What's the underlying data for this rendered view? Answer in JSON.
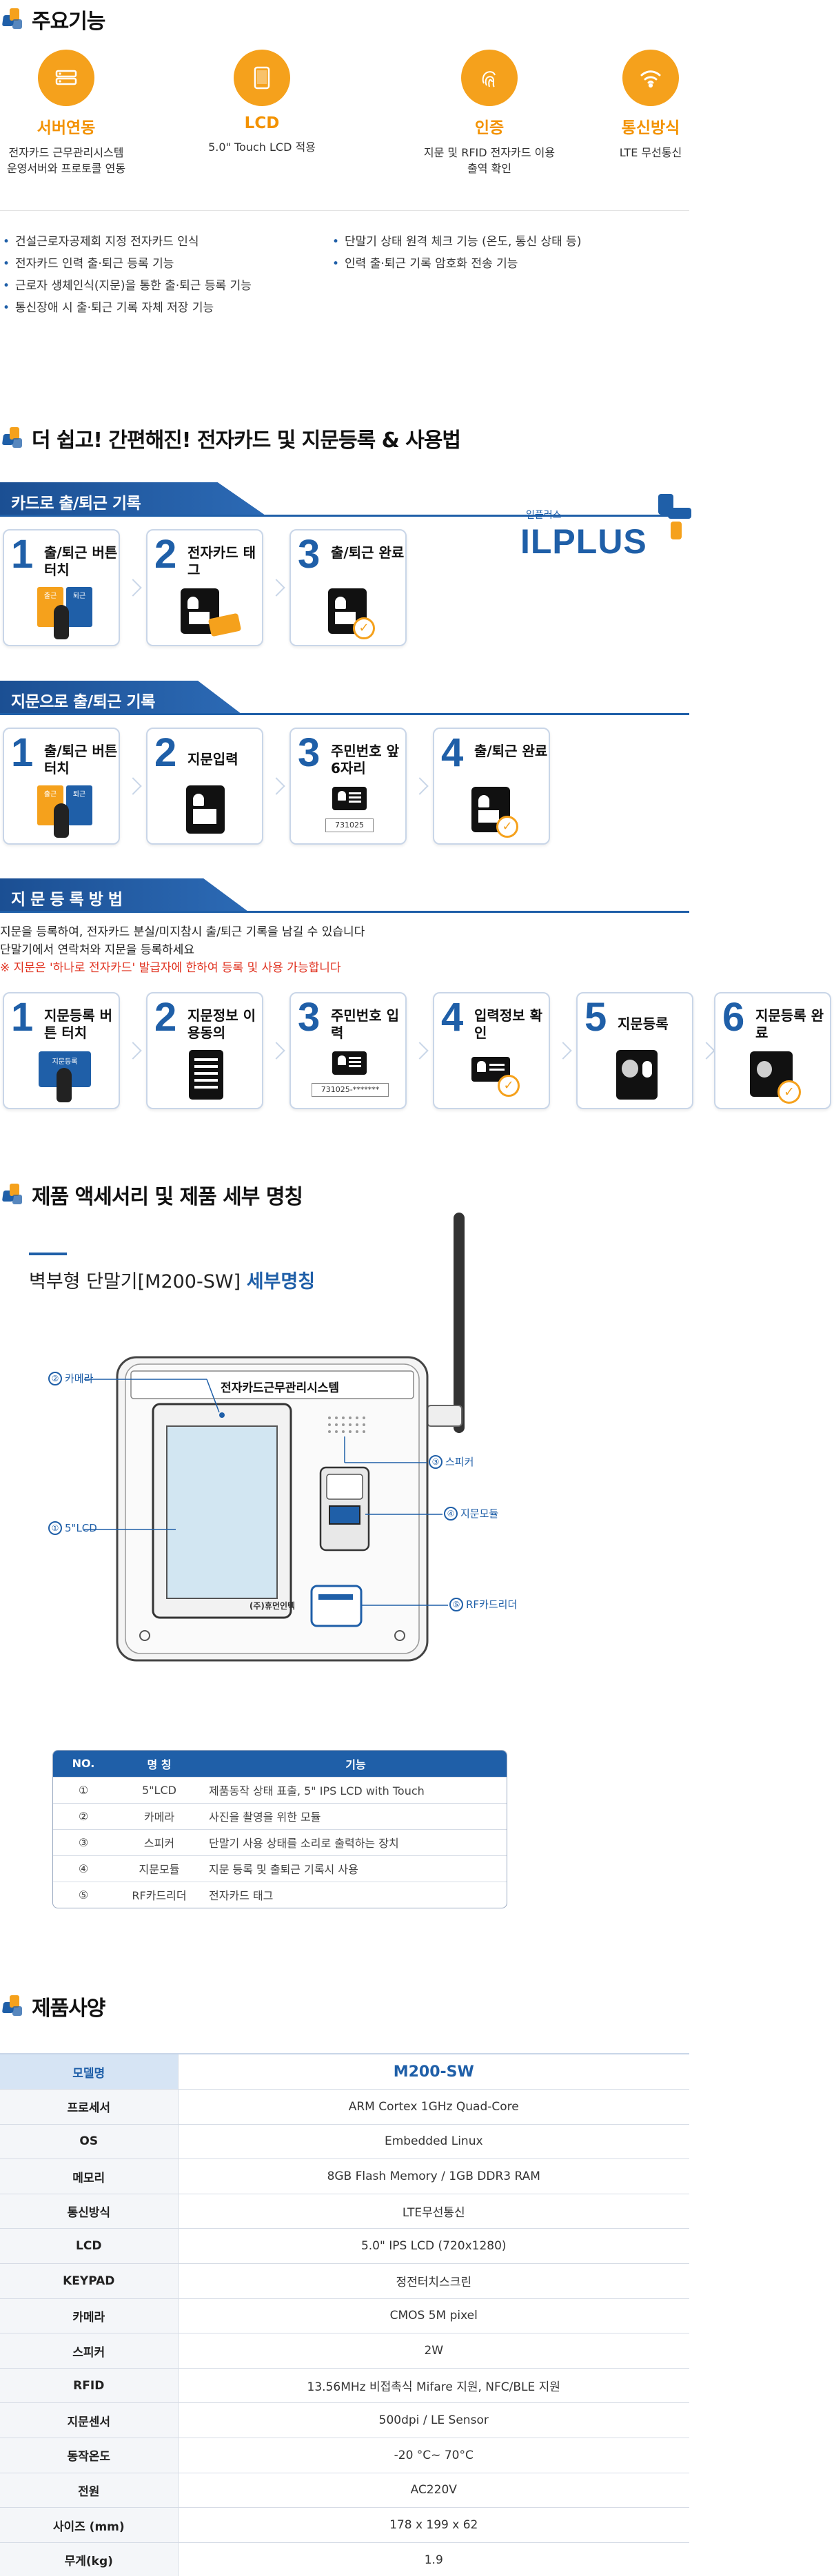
{
  "sections": {
    "features_title": "주요기능",
    "howto_title": "더 쉽고! 간편해진! 전자카드 및 지문등록 & 사용법",
    "accessory_title": "제품 액세서리 및 제품 세부 명칭",
    "spec_title": "제품사양"
  },
  "features": [
    {
      "icon": "server-icon",
      "title": "서버연동",
      "desc1": "전자카드 근무관리시스템",
      "desc2": "운영서버와 프로토콜 연동"
    },
    {
      "icon": "tablet-icon",
      "title": "LCD",
      "desc1": "5.0\" Touch LCD 적용",
      "desc2": ""
    },
    {
      "icon": "fingerprint-icon",
      "title": "인증",
      "desc1": "지문 및 RFID 전자카드 이용",
      "desc2": "출역 확인"
    },
    {
      "icon": "wifi-icon",
      "title": "통신방식",
      "desc1": "LTE 무선통신",
      "desc2": ""
    }
  ],
  "bullets_left": [
    "건설근로자공제회 지정 전자카드 인식",
    "전자카드 인력 출·퇴근 등록 기능",
    "근로자 생체인식(지문)을 통한 출·퇴근 등록 기능",
    "통신장애 시 출·퇴근 기록 자체 저장 기능"
  ],
  "bullets_right": [
    "단말기 상태 원격 체크 기능 (온도, 통신 상태 등)",
    "인력 출·퇴근 기록 암호화 전송 기능"
  ],
  "logo": {
    "small": "일플러스",
    "big": "ILPLUS"
  },
  "card_flow": {
    "tab": "카드로 출/퇴근 기록",
    "steps": [
      {
        "num": "1",
        "label": "출/퇴근 버튼 터치",
        "btn1": "출근",
        "btn2": "퇴근"
      },
      {
        "num": "2",
        "label": "전자카드 태그"
      },
      {
        "num": "3",
        "label": "출/퇴근 완료"
      }
    ]
  },
  "finger_flow": {
    "tab": "지문으로 출/퇴근 기록",
    "steps": [
      {
        "num": "1",
        "label": "출/퇴근 버튼 터치",
        "btn1": "출근",
        "btn2": "퇴근"
      },
      {
        "num": "2",
        "label": "지문입력"
      },
      {
        "num": "3",
        "label": "주민번호 앞 6자리",
        "code": "731025"
      },
      {
        "num": "4",
        "label": "출/퇴근 완료"
      }
    ]
  },
  "register_flow": {
    "tab": "지 문 등 록 방 법",
    "note1": "지문을 등록하여, 전자카드 분실/미지참시 출/퇴근 기록을 남길 수 있습니다",
    "note2": "단말기에서 연락처와 지문을 등록하세요",
    "warn": "※ 지문은 '하나로 전자카드' 발급자에 한하여 등록 및 사용 가능합니다",
    "steps": [
      {
        "num": "1",
        "label": "지문등록 버튼 터치",
        "btn": "지문등록"
      },
      {
        "num": "2",
        "label": "지문정보 이용동의"
      },
      {
        "num": "3",
        "label": "주민번호 입력",
        "code": "731025-*******"
      },
      {
        "num": "4",
        "label": "입력정보 확인"
      },
      {
        "num": "5",
        "label": "지문등록"
      },
      {
        "num": "6",
        "label": "지문등록 완료"
      }
    ]
  },
  "device": {
    "subtitle_plain": "벽부형 단말기[M200-SW] ",
    "subtitle_bold": "세부명칭",
    "header_text": "전자카드근무관리시스템",
    "brand": "(주)휴먼인텍",
    "callouts": {
      "camera": {
        "no": "②",
        "text": "카메라"
      },
      "lcd": {
        "no": "①",
        "text": "5\"LCD"
      },
      "speaker": {
        "no": "③",
        "text": "스피커"
      },
      "finger": {
        "no": "④",
        "text": "지문모듈"
      },
      "rf": {
        "no": "⑤",
        "text": "RF카드리더"
      }
    }
  },
  "accessory_table": {
    "headers": [
      "NO.",
      "명 칭",
      "기능"
    ],
    "rows": [
      [
        "①",
        "5\"LCD",
        "제품동작 상태 표출, 5\" IPS LCD with Touch"
      ],
      [
        "②",
        "카메라",
        "사진을 촬영을 위한 모듈"
      ],
      [
        "③",
        "스피커",
        "단말기 사용 상태를 소리로 출력하는 장치"
      ],
      [
        "④",
        "지문모듈",
        "지문 등록 및 출퇴근 기록시 사용"
      ],
      [
        "⑤",
        "RF카드리더",
        "전자카드 태그"
      ]
    ]
  },
  "spec_table": {
    "model_label": "모델명",
    "model_value": "M200-SW",
    "rows": [
      [
        "프로세서",
        "ARM Cortex 1GHz Quad-Core"
      ],
      [
        "OS",
        "Embedded Linux"
      ],
      [
        "메모리",
        "8GB Flash Memory / 1GB DDR3 RAM"
      ],
      [
        "통신방식",
        "LTE무선통신"
      ],
      [
        "LCD",
        "5.0\" IPS LCD (720x1280)"
      ],
      [
        "KEYPAD",
        "정전터치스크린"
      ],
      [
        "카메라",
        "CMOS 5M pixel"
      ],
      [
        "스피커",
        "2W"
      ],
      [
        "RFID",
        "13.56MHz 비접촉식 Mifare 지원, NFC/BLE 지원"
      ],
      [
        "지문센서",
        "500dpi / LE Sensor"
      ],
      [
        "동작온도",
        "-20 °C~ 70°C"
      ],
      [
        "전원",
        "AC220V"
      ],
      [
        "사이즈 (mm)",
        "178 x 199 x 62"
      ],
      [
        "무게(kg)",
        "1.9"
      ]
    ]
  },
  "colors": {
    "brand_blue": "#1f5fa8",
    "accent_orange": "#f5a11c",
    "warn_red": "#e0301e"
  }
}
